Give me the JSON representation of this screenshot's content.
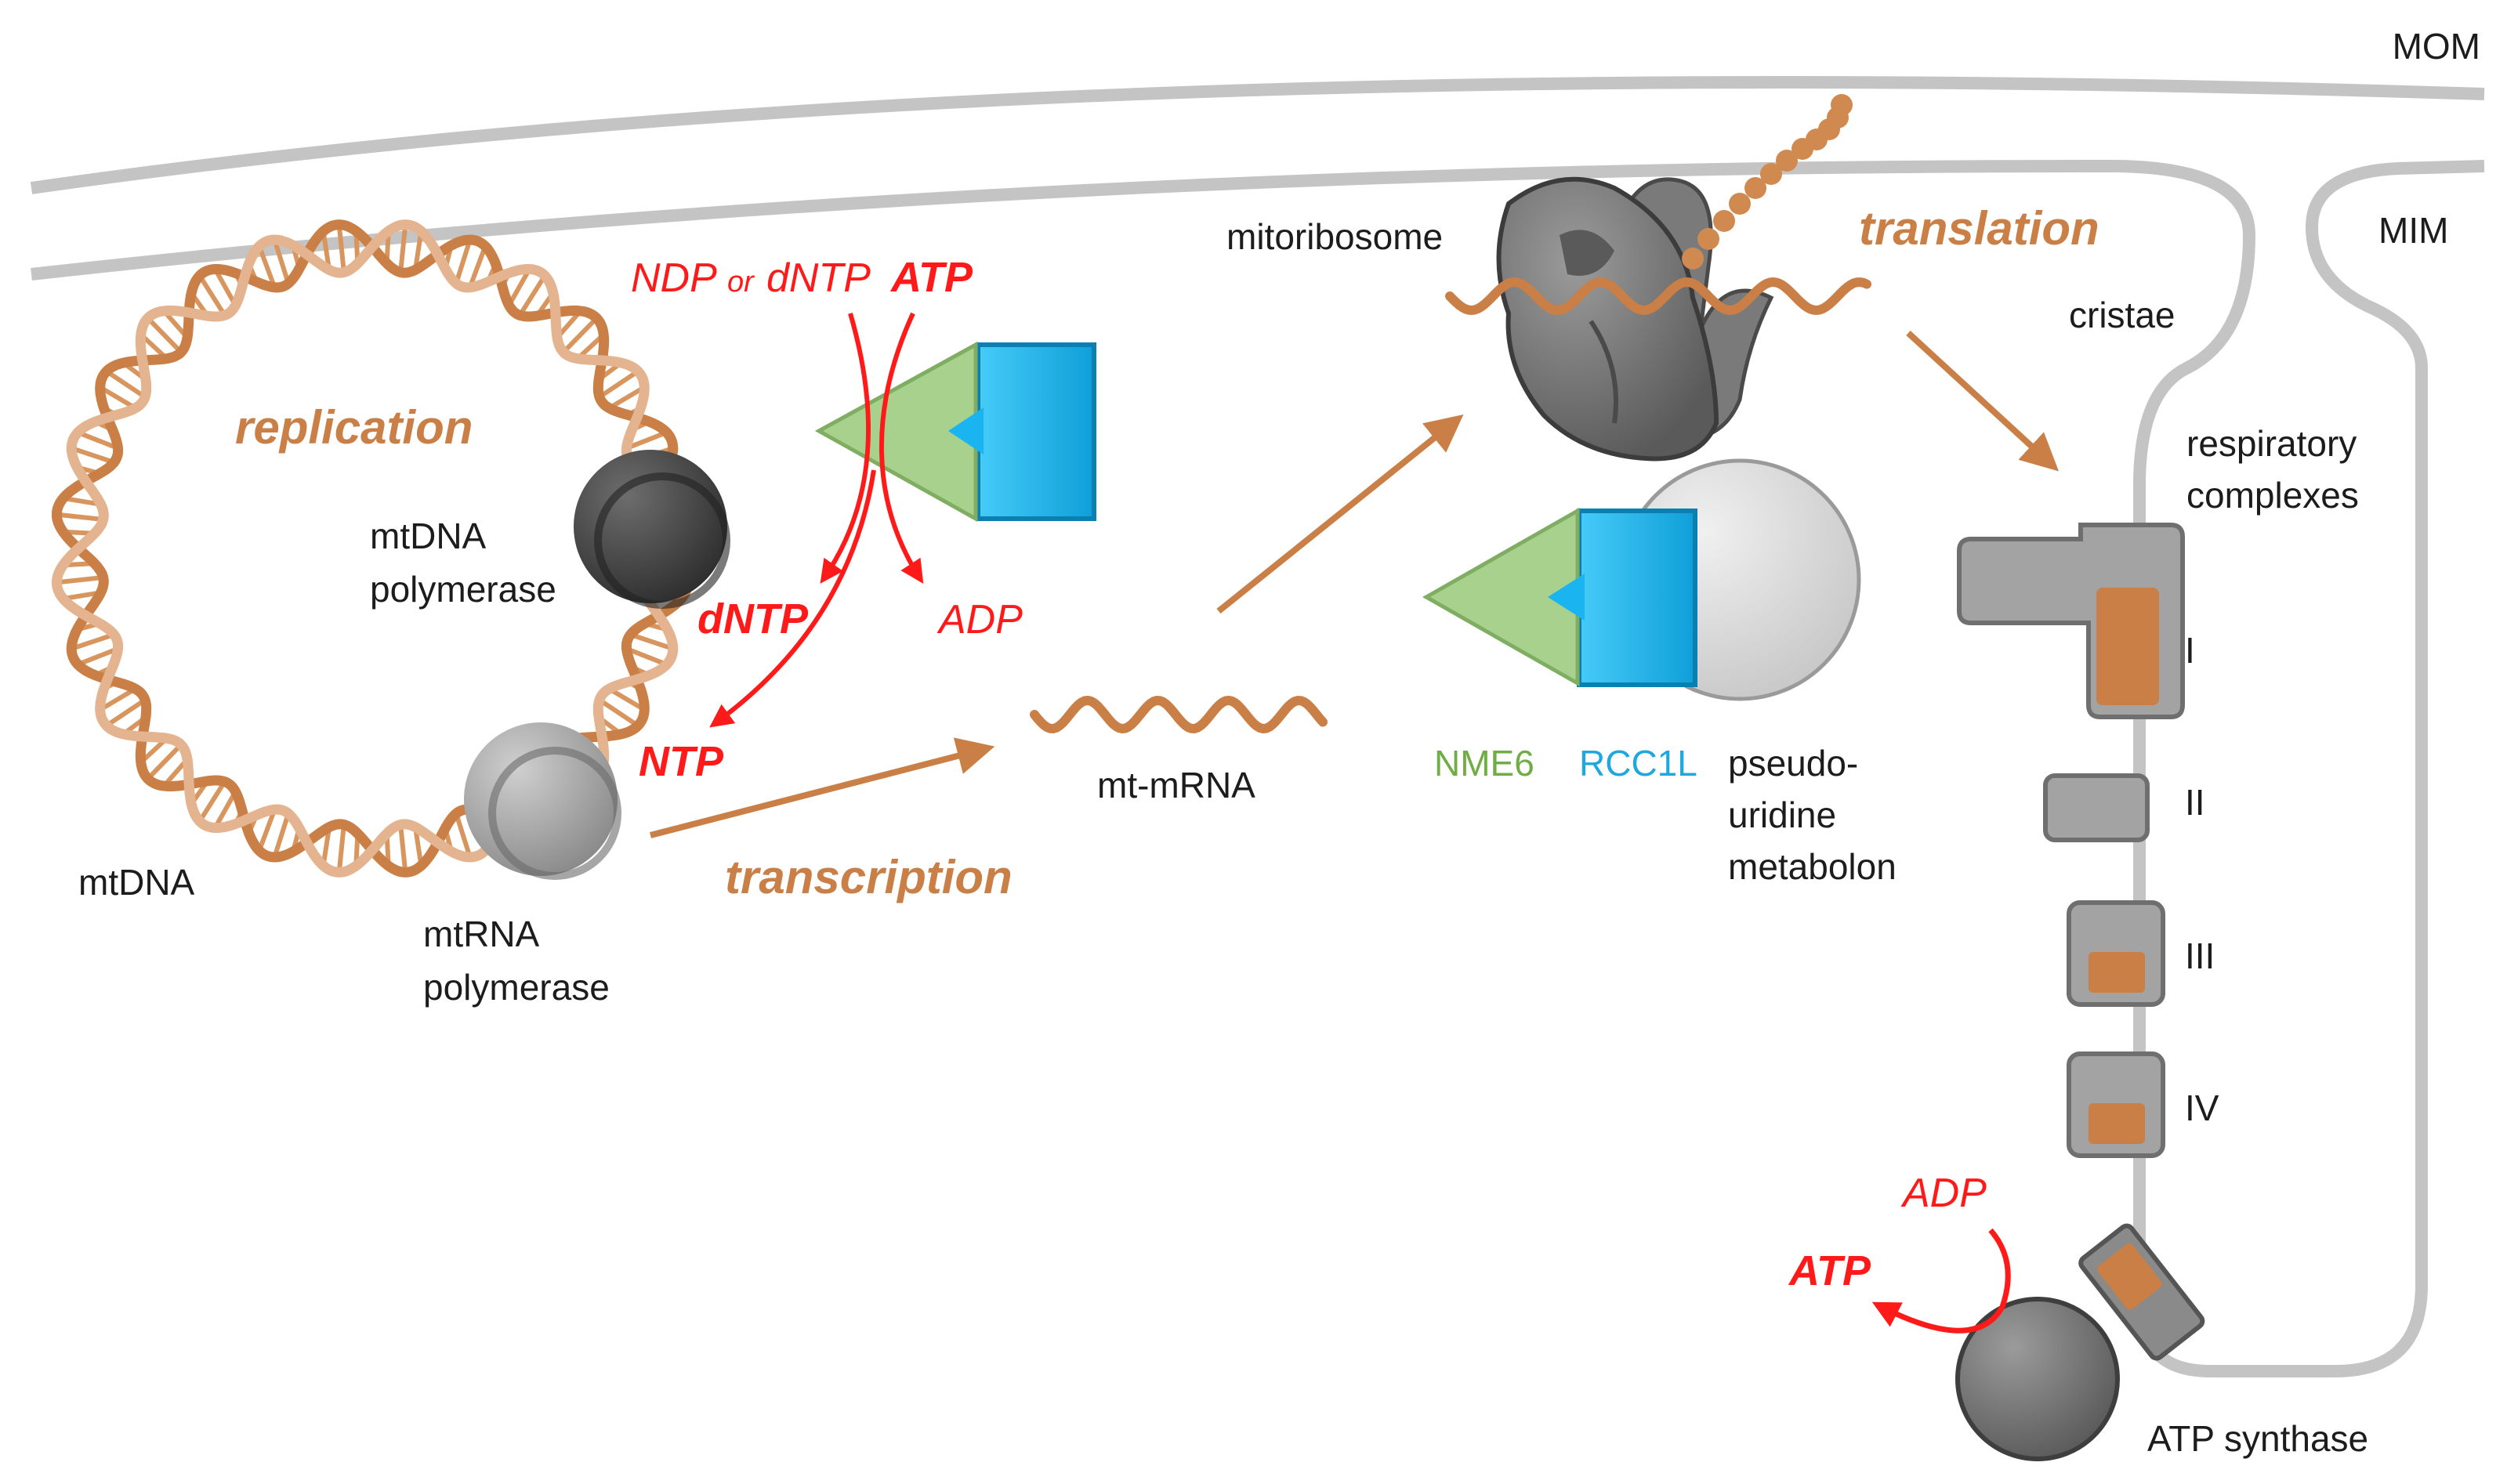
{
  "colors": {
    "membrane": "#c4c4c4",
    "dna": "#c97f45",
    "dna_light": "#e3b48f",
    "red": "#ff1a1a",
    "nme6": "#a9d18e",
    "rcc1l": "#1ab5f0",
    "nme6_label": "#70ad47",
    "rcc1l_label": "#1fa8e0",
    "complex_gray": "#9a9a9a",
    "complex_core": "#c97f45"
  },
  "labels": {
    "mom": "MOM",
    "mim": "MIM",
    "cristae": "cristae",
    "respiratory_complexes_1": "respiratory",
    "respiratory_complexes_2": "complexes",
    "complex_I": "I",
    "complex_II": "II",
    "complex_III": "III",
    "complex_IV": "IV",
    "atp_synthase": "ATP synthase",
    "mitoribosome": "mitoribosome",
    "mtdna": "mtDNA",
    "mtdna_polymerase_1": "mtDNA",
    "mtdna_polymerase_2": "polymerase",
    "mtrna_polymerase_1": "mtRNA",
    "mtrna_polymerase_2": "polymerase",
    "mt_mrna": "mt-mRNA",
    "nme6": "NME6",
    "rcc1l": "RCC1L",
    "pseudouridine_1": "pseudo-",
    "pseudouridine_2": "uridine",
    "pseudouridine_3": "metabolon"
  },
  "processes": {
    "replication": "replication",
    "transcription": "transcription",
    "translation": "translation"
  },
  "reaction": {
    "ndp": "NDP",
    "or": "or",
    "dntp_in": "dNTP",
    "atp_in": "ATP",
    "dntp_out": "dNTP",
    "adp_out": "ADP",
    "ntp_out": "NTP"
  },
  "atp_synthase_reaction": {
    "adp": "ADP",
    "atp": "ATP"
  },
  "icons": {
    "mtdna": "circular-dna-helix-icon",
    "mtdna_polymerase": "dark-sphere-icon",
    "mtrna_polymerase": "gray-sphere-icon",
    "nme6": "green-triangle-icon",
    "rcc1l": "blue-block-icon",
    "mitoribosome": "ribosome-icon",
    "peptide": "bead-chain-icon",
    "atp_synthase": "atp-synthase-icon"
  }
}
